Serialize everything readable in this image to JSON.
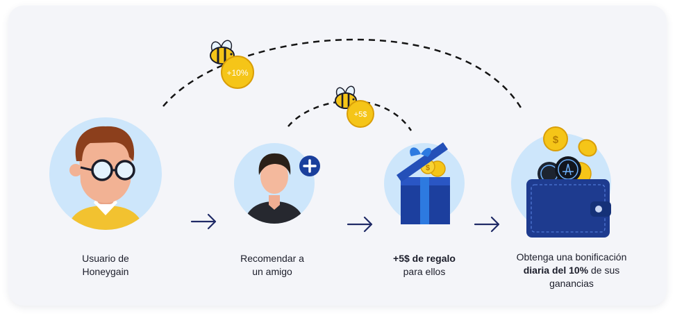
{
  "steps": [
    {
      "line1": "Usuario de",
      "line2": "Honeygain"
    },
    {
      "line1": "Recomendar a",
      "line2": "un amigo"
    },
    {
      "line1_bold": "+5$ de regalo",
      "line2": "para ellos"
    },
    {
      "line1": "Obtenga una bonificación",
      "line2_bold": "diaria del 10%",
      "line2_rest": " de sus",
      "line3": "ganancias"
    }
  ],
  "coins": {
    "big_arc": "+10%",
    "small_arc": "+5$"
  },
  "colors": {
    "circle": "#cde6fb",
    "navy": "#1f2a66",
    "coin": "#f5c518",
    "blue": "#1e4fb8"
  }
}
